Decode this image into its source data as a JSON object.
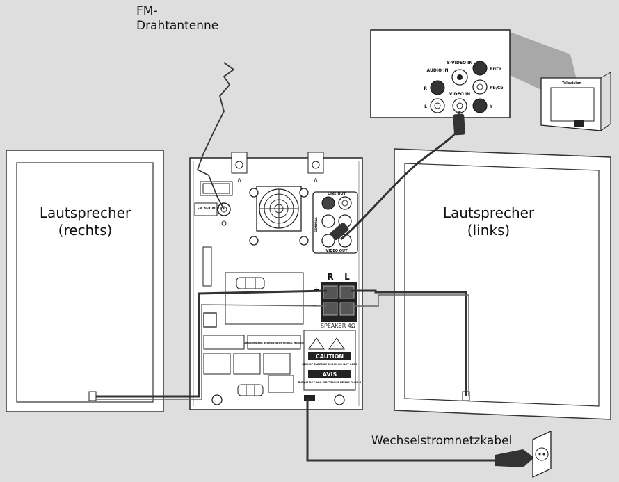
{
  "labels": {
    "fm_antenna_line1": "FM-",
    "fm_antenna_line2": "Drahtantenne",
    "speaker_right_line1": "Lautsprecher",
    "speaker_right_line2": "(rechts)",
    "speaker_left_line1": "Lautsprecher",
    "speaker_left_line2": "(links)",
    "ac_cable": "Wechselstromnetzkabel"
  },
  "unit_panel": {
    "fm_antenna_jack": "FM AERIAL 75 Ω",
    "line_out": "LINE OUT",
    "coaxial": "COAXIAL",
    "video_out": "VIDEO OUT",
    "speaker_r": "R",
    "speaker_l": "L",
    "plus": "+",
    "minus": "–",
    "speaker_impedance": "SPEAKER 4Ω",
    "designed_by": "Designed and developed by Philips, Holland",
    "caution": "CAUTION",
    "caution_text": "RISK OF ELECTRIC SHOCK DO NOT OPEN",
    "avis": "AVIS",
    "avis_text": "RISQUE DE CHOC ELECTRIQUE NE PAS OUVRIR"
  },
  "tv_panel": {
    "audio_in": "AUDIO IN",
    "svideo_in": "S-VIDEO IN",
    "video_in": "VIDEO IN",
    "r": "R",
    "l": "L",
    "pr_cr": "Pr/Cr",
    "pb_cb": "Pb/Cb",
    "y": "Y",
    "television": "Television"
  }
}
